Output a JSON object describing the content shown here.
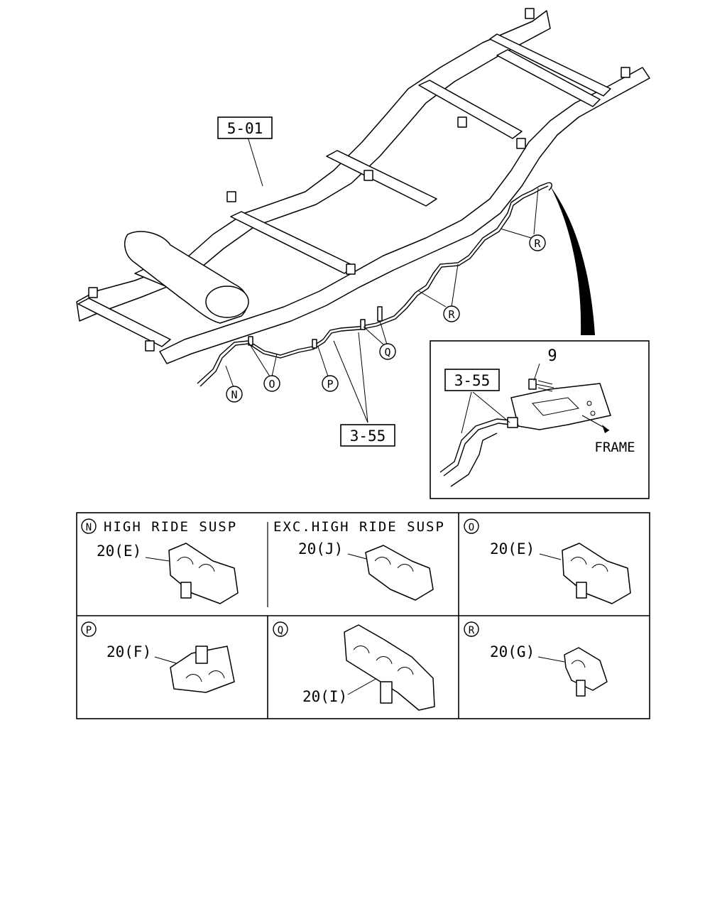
{
  "main_view": {
    "frame_ref": "5-01",
    "pipe_ref": "3-55",
    "callouts": {
      "n": "N",
      "o": "O",
      "p": "P",
      "q": "Q",
      "r": "R"
    }
  },
  "detail_view": {
    "pipe_ref": "3-55",
    "bolt_ref": "9",
    "frame_label": "FRAME"
  },
  "clip_table": {
    "cells": [
      {
        "letter": "N",
        "heading": "HIGH RIDE SUSP",
        "part": "20(E)"
      },
      {
        "letter": "",
        "heading": "EXC.HIGH RIDE SUSP",
        "part": "20(J)"
      },
      {
        "letter": "O",
        "heading": "",
        "part": "20(E)"
      },
      {
        "letter": "P",
        "heading": "",
        "part": "20(F)"
      },
      {
        "letter": "Q",
        "heading": "",
        "part": "20(I)"
      },
      {
        "letter": "R",
        "heading": "",
        "part": "20(G)"
      }
    ]
  }
}
